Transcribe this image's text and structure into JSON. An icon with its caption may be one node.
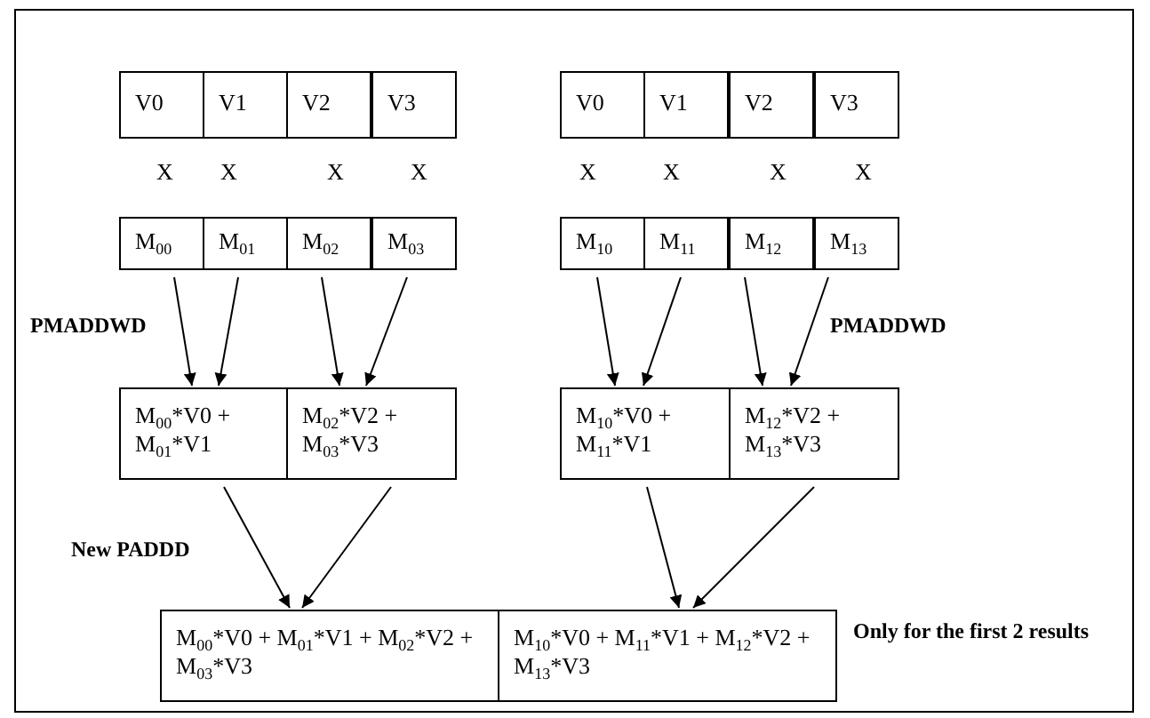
{
  "diagram": {
    "nodes": [
      {
        "text": [
          "V0"
        ]
      },
      {
        "text": [
          "V1"
        ]
      },
      {
        "text": [
          "V2"
        ]
      },
      {
        "text": [
          "V3"
        ]
      },
      {
        "text": [
          "V0"
        ]
      },
      {
        "text": [
          "V1"
        ]
      },
      {
        "text": [
          "V2"
        ]
      },
      {
        "text": [
          "V3"
        ]
      },
      {
        "text": [
          "M$_{00}$"
        ]
      },
      {
        "text": [
          "M$_{01}$"
        ]
      },
      {
        "text": [
          "M$_{02}$"
        ]
      },
      {
        "text": [
          "M$_{03}$"
        ]
      },
      {
        "text": [
          "M$_{10}$"
        ]
      },
      {
        "text": [
          "M$_{11}$"
        ]
      },
      {
        "text": [
          "M$_{12}$"
        ]
      },
      {
        "text": [
          "M$_{13}$"
        ]
      },
      {
        "text": [
          "M$_{00}$*V0 + M$_{01}$*V1"
        ]
      },
      {
        "text": [
          "M$_{02}$*V2 + M$_{03}$*V3"
        ]
      },
      {
        "text": [
          "M$_{10}$*V0 + M$_{11}$*V1"
        ]
      },
      {
        "text": [
          "M$_{12}$*V2 + M$_{13}$*V3"
        ]
      },
      {
        "text": [
          "M$_{00}$*V0 + M$_{01}$*V1 + M$_{02}$*V2 + M$_{03}$*V3"
        ]
      },
      {
        "text": [
          "M$_{10}$*V0 + M$_{11}$*V1 + M$_{12}$*V2 + M$_{13}$*V3"
        ]
      }
    ],
    "edges": [
      {
        "from": 8,
        "to": 16,
        "arrow": "to"
      },
      {
        "from": 9,
        "to": 16,
        "arrow": "to"
      },
      {
        "from": 10,
        "to": 17,
        "arrow": "to"
      },
      {
        "from": 11,
        "to": 17,
        "arrow": "to"
      },
      {
        "from": 12,
        "to": 18,
        "arrow": "to"
      },
      {
        "from": 13,
        "to": 18,
        "arrow": "to"
      },
      {
        "from": 14,
        "to": 19,
        "arrow": "to"
      },
      {
        "from": 15,
        "to": 19,
        "arrow": "to"
      },
      {
        "from": 16,
        "to": 20,
        "arrow": "to"
      },
      {
        "from": 17,
        "to": 20,
        "arrow": "to"
      },
      {
        "from": 18,
        "to": 21,
        "arrow": "to"
      },
      {
        "from": 19,
        "to": 21,
        "arrow": "to"
      }
    ],
    "labels": [
      "X",
      "X",
      "X",
      "X",
      "X",
      "X",
      "X",
      "X",
      "PMADDWD",
      "PMADDWD",
      "New PADDD",
      "Only for the first 2 results"
    ]
  }
}
